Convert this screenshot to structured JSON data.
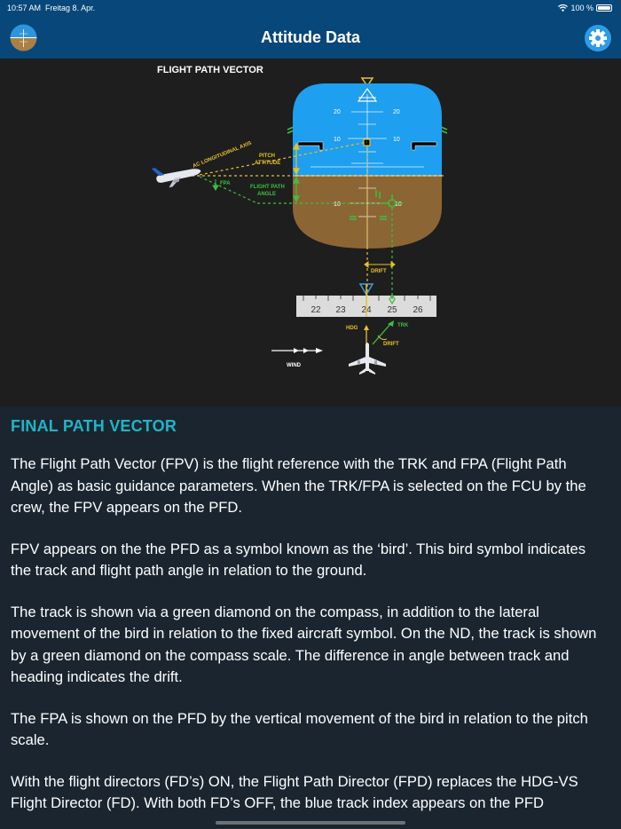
{
  "status_bar": {
    "time": "10:57 AM",
    "date": "Freitag 8. Apr.",
    "battery": "100 %"
  },
  "nav": {
    "title": "Attitude Data"
  },
  "diagram": {
    "title": "FLIGHT PATH VECTOR",
    "labels": {
      "ac_axis": "AC LONGITUDINAL AXIS",
      "fpa": "FPA",
      "pitch_attitude_1": "PITCH",
      "pitch_attitude_2": "ATTITUDE",
      "flight_path_angle_1": "FLIGHT PATH",
      "flight_path_angle_2": "ANGLE",
      "drift_top": "DRIFT",
      "drift_bottom": "DRIFT",
      "hdg": "HDG",
      "trk": "TRK",
      "wind": "WIND"
    },
    "pitch_scale": {
      "p20_left": "20",
      "p20_right": "20",
      "p10_left": "10",
      "p10_right": "10",
      "m10_left": "10",
      "m10_right": "10"
    },
    "compass": [
      "22",
      "23",
      "24",
      "25",
      "26"
    ],
    "colors": {
      "sky": "#1e9ff0",
      "ground": "#8c6535",
      "guide_yellow": "#e7c02c",
      "guide_green": "#3fbf3f",
      "track_index": "#3aa0e0"
    }
  },
  "pager": {
    "count": 7,
    "active_index": 4
  },
  "content": {
    "title": "FINAL PATH VECTOR",
    "paragraphs": [
      "The Flight Path Vector (FPV) is the flight reference with the TRK and FPA (Flight Path Angle) as basic guidance parameters. When the TRK/FPA is selected on the FCU by the crew, the FPV appears on the PFD.",
      "FPV appears on the the PFD as a symbol known as the ‘bird’. This bird symbol indicates the track and flight path angle in relation to the ground.",
      "The track is shown via a green diamond on the compass, in addition to the lateral movement of the bird in relation to the fixed aircraft symbol. On the ND, the track is shown by a green diamond on the compass scale. The difference in angle between track and heading indicates the drift.",
      "The FPA is shown on the PFD by the vertical movement of the bird in relation to the pitch scale.",
      "With the flight directors (FD’s) ON, the Flight Path Director (FPD) replaces the HDG-VS Flight Director (FD). With both FD’s OFF, the blue track index appears on the PFD"
    ]
  }
}
